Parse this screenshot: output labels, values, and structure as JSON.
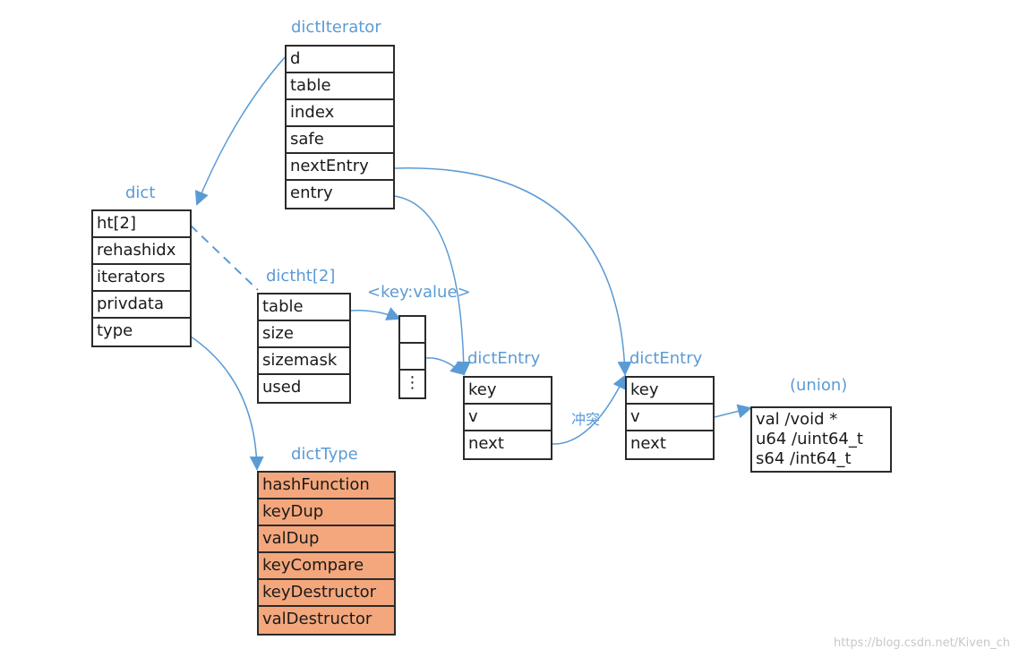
{
  "structs": {
    "dictIterator": {
      "title": "dictIterator",
      "fields": [
        "d",
        "table",
        "index",
        "safe",
        "nextEntry",
        "entry"
      ]
    },
    "dict": {
      "title": "dict",
      "fields": [
        "ht[2]",
        "rehashidx",
        "iterators",
        "privdata",
        "type"
      ]
    },
    "dictht": {
      "title": "dictht[2]",
      "fields": [
        "table",
        "size",
        "sizemask",
        "used"
      ]
    },
    "buckets": {
      "title": "<key:value>",
      "slots": [
        "",
        "",
        "⋮"
      ]
    },
    "entry1": {
      "title": "dictEntry",
      "fields": [
        "key",
        "v",
        "next"
      ]
    },
    "entry2": {
      "title": "dictEntry",
      "fields": [
        "key",
        "v",
        "next"
      ]
    },
    "union": {
      "title": "(union)",
      "lines": [
        "val /void *",
        "u64 /uint64_t",
        "s64 /int64_t"
      ]
    },
    "dictType": {
      "title": "dictType",
      "fields": [
        "hashFunction",
        "keyDup",
        "valDup",
        "keyCompare",
        "keyDestructor",
        "valDestructor"
      ]
    }
  },
  "edge_labels": {
    "conflict": "冲突"
  },
  "watermark": "https://blog.csdn.net/Kiven_ch",
  "colors": {
    "arrow": "#5b9bd5",
    "title": "#5b9bd5",
    "dicttype_fill": "#f4a77c",
    "border": "#2b2b2b"
  }
}
